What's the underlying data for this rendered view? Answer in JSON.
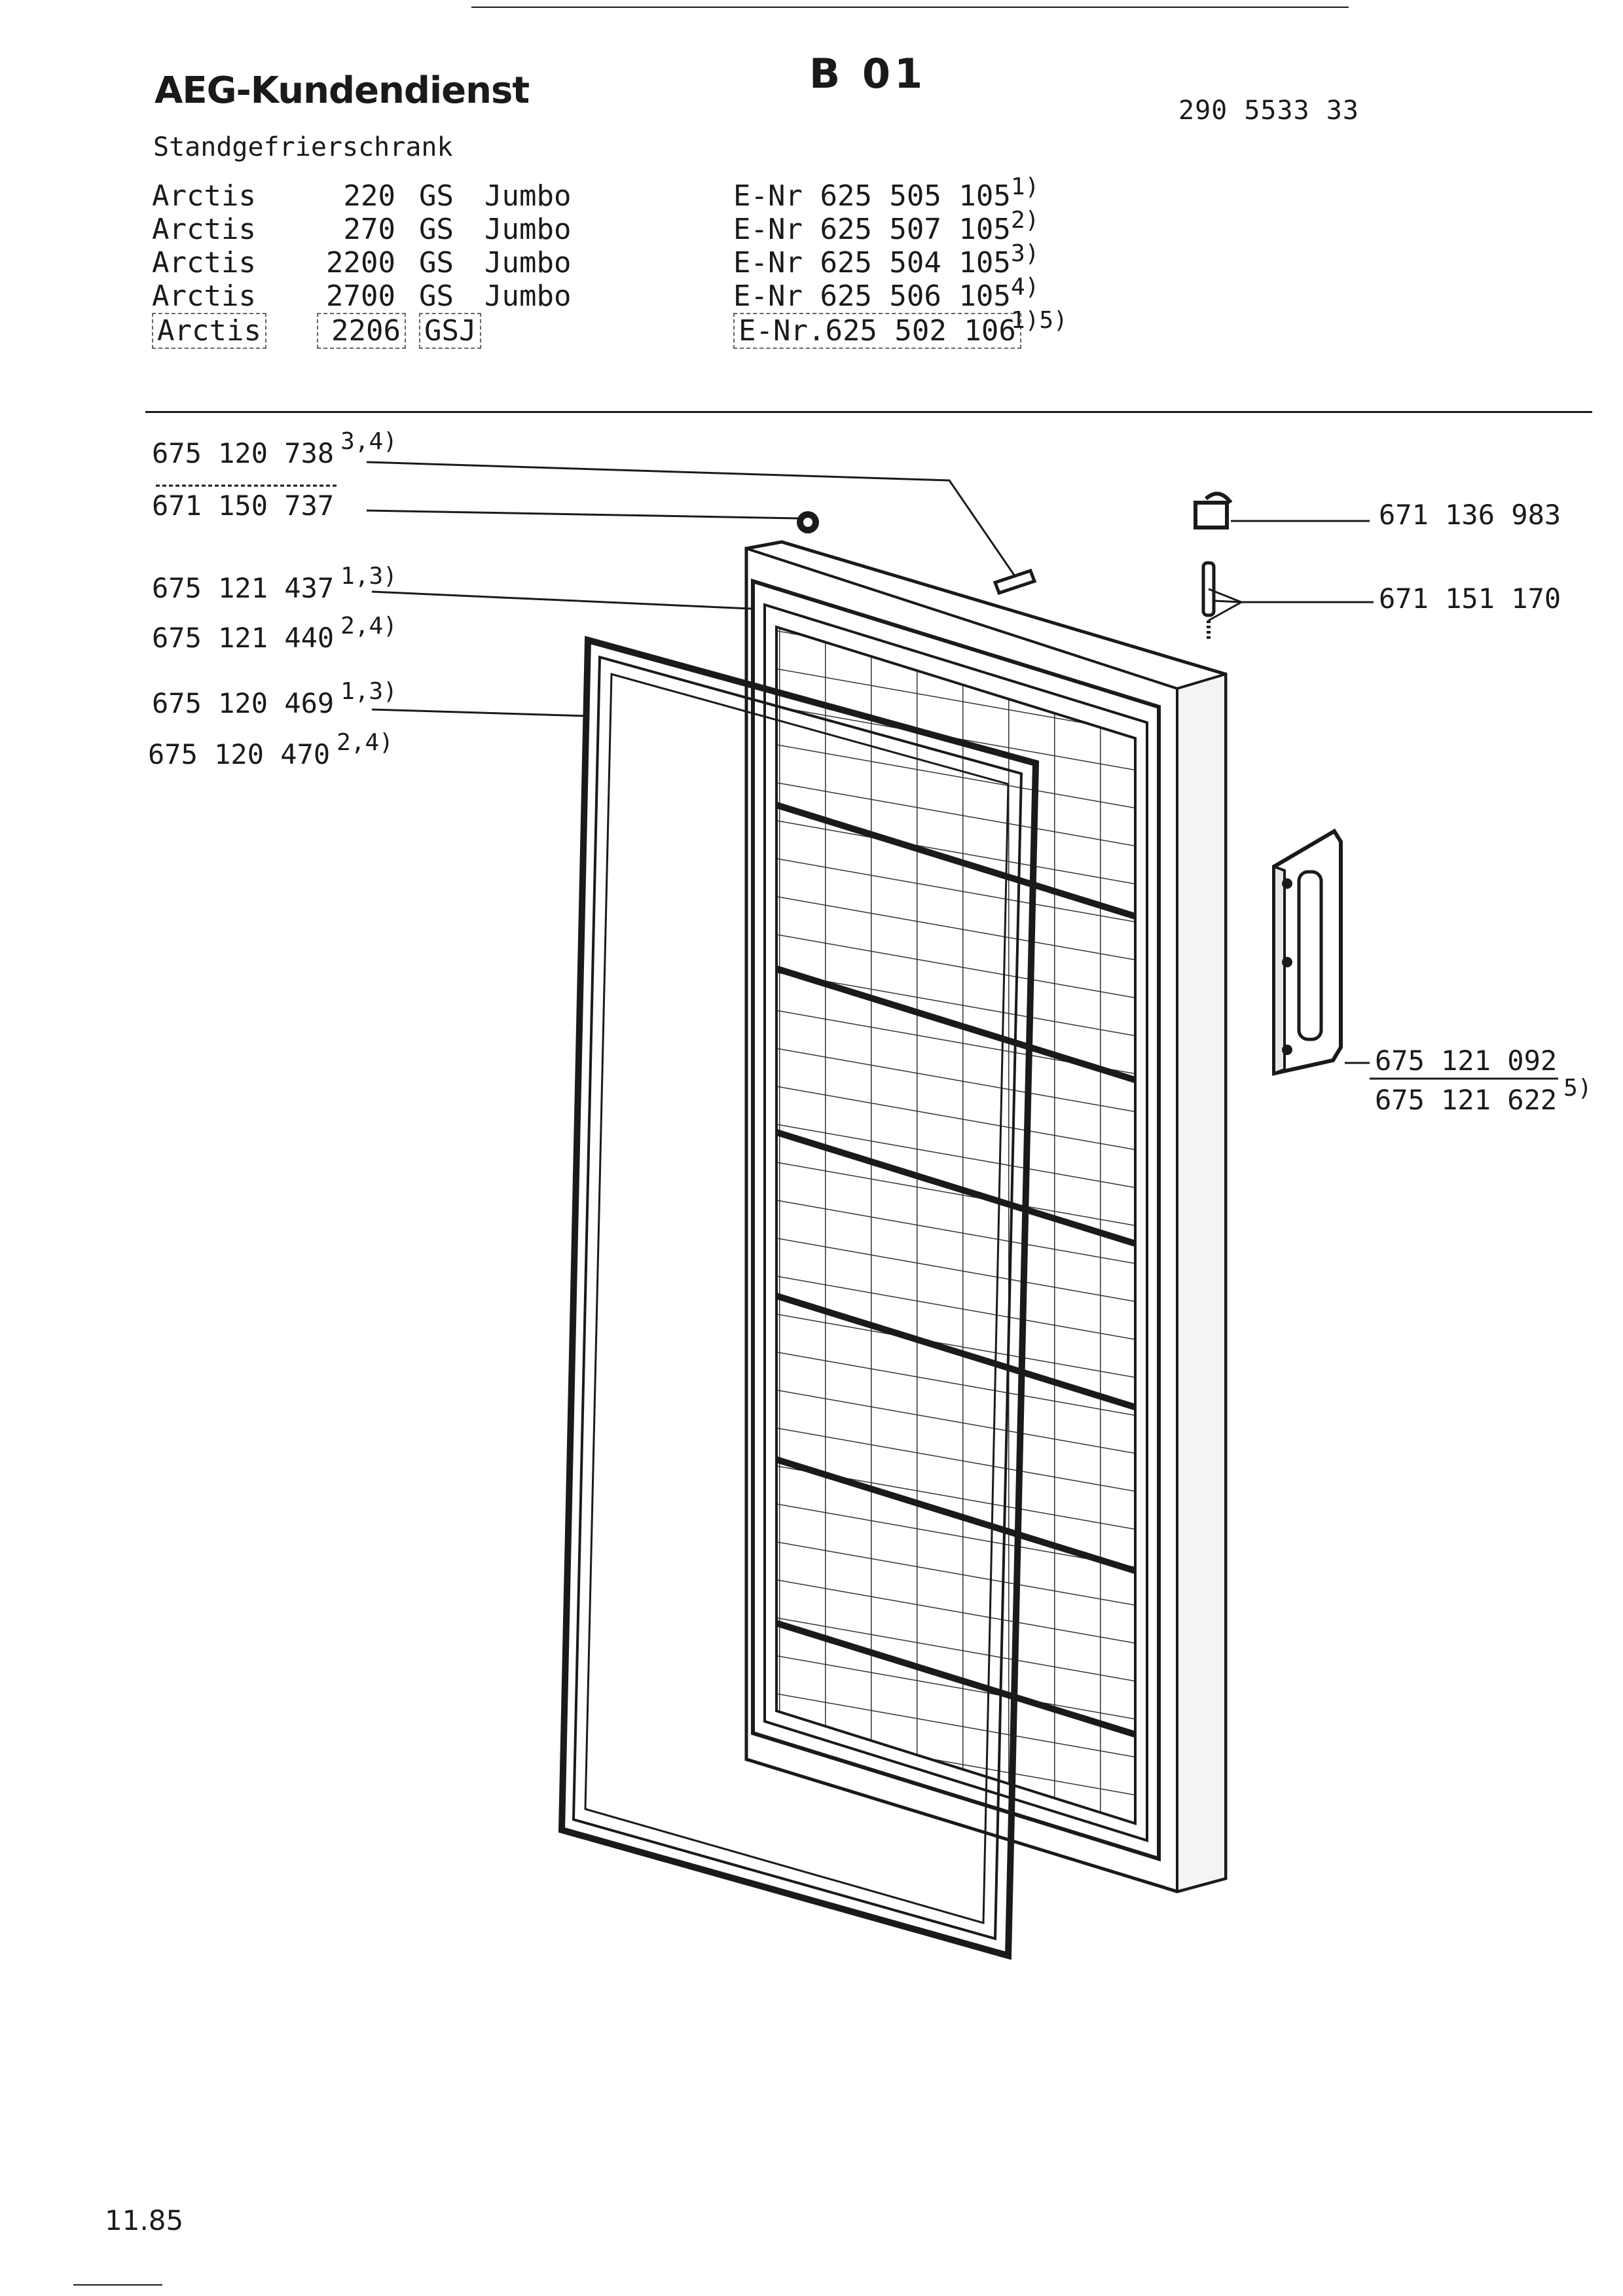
{
  "header": {
    "brand": "AEG-Kundendienst",
    "sheet": "B 01",
    "document_number": "290 5533 33",
    "appliance": "Standgefrierschrank"
  },
  "models": [
    {
      "name": "Arctis",
      "capacity": "220",
      "type": "GS",
      "variant": "Jumbo",
      "enr": "E-Nr 625 505 105",
      "note": "1)"
    },
    {
      "name": "Arctis",
      "capacity": "270",
      "type": "GS",
      "variant": "Jumbo",
      "enr": "E-Nr 625 507 105",
      "note": "2)"
    },
    {
      "name": "Arctis",
      "capacity": "2200",
      "type": "GS",
      "variant": "Jumbo",
      "enr": "E-Nr 625 504 105",
      "note": "3)"
    },
    {
      "name": "Arctis",
      "capacity": "2700",
      "type": "GS",
      "variant": "Jumbo",
      "enr": "E-Nr 625 506 105",
      "note": "4)"
    },
    {
      "name": "Arctis",
      "capacity": "2206",
      "type": "GSJ",
      "variant": "",
      "enr": "E-Nr.625 502 106",
      "note": "1)5)"
    }
  ],
  "parts": [
    {
      "number": "675 120 738",
      "note": "3,4)"
    },
    {
      "number": "671 150 737",
      "note": ""
    },
    {
      "number": "675 121 437",
      "note": "1,3)"
    },
    {
      "number": "675 121 440",
      "note": "2,4)"
    },
    {
      "number": "675 120 469",
      "note": "1,3)"
    },
    {
      "number": "675 120 470",
      "note": "2,4)"
    },
    {
      "number": "671 136 983",
      "note": ""
    },
    {
      "number": "671 151 170",
      "note": ""
    },
    {
      "number": "675 121 092",
      "note": ""
    },
    {
      "number": "675 121 622",
      "note": "5)"
    }
  ],
  "footer": {
    "date": "11.85"
  }
}
